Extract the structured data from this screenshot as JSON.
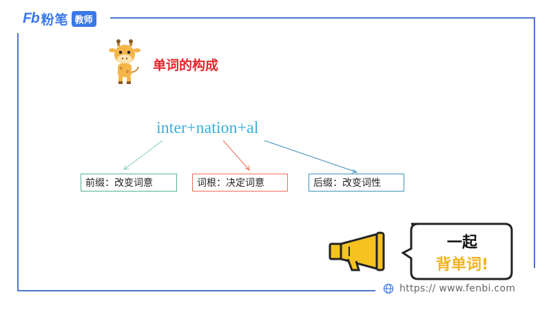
{
  "logo": {
    "mark": "Fb",
    "name": "粉笔",
    "badge": "教师"
  },
  "section_title": "单词的构成",
  "formula": "inter+nation+al",
  "parts": {
    "prefix": "前缀：改变词意",
    "root": "词根：决定词意",
    "suffix": "后缀：改变词性"
  },
  "bubble": {
    "line1": "一起",
    "line2": "背单词!"
  },
  "url": "https:// www.fenbi.com",
  "colors": {
    "frame": "#4a74c9",
    "title": "#e8252a",
    "formula": "#39b0dc",
    "prefix": "#4fb38a",
    "root": "#f06a55",
    "suffix": "#3b8fb8",
    "bubble_highlight": "#f2b21c"
  }
}
